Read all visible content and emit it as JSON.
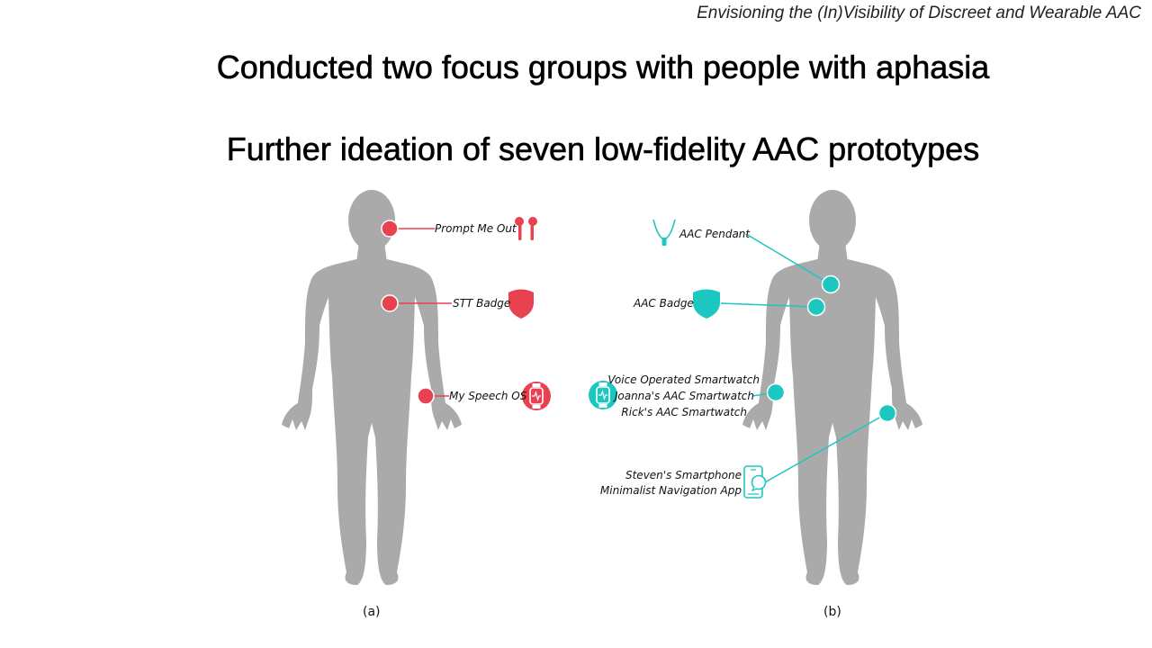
{
  "header": {
    "subtitle": "Envisioning the (In)Visibility of Discreet and Wearable AAC",
    "line1": "Conducted two focus groups with people with aphasia",
    "line2": "Further ideation of seven low-fidelity AAC prototypes"
  },
  "figure_a": {
    "caption": "(a)",
    "accent": "#e8414f",
    "items": [
      {
        "label": "Prompt Me Out",
        "icon": "earbuds-icon"
      },
      {
        "label": "STT Badge",
        "icon": "shield-badge-icon"
      },
      {
        "label": "My Speech OS",
        "icon": "smartwatch-icon"
      }
    ]
  },
  "figure_b": {
    "caption": "(b)",
    "accent": "#1cc7c1",
    "items": [
      {
        "label": "AAC Pendant",
        "icon": "pendant-icon"
      },
      {
        "label": "AAC Badge",
        "icon": "shield-badge-icon"
      },
      {
        "label": "Voice Operated Smartwatch",
        "icon": "smartwatch-icon"
      },
      {
        "label": "Joanna's AAC Smartwatch",
        "icon": "smartwatch-icon"
      },
      {
        "label": "Rick's AAC Smartwatch",
        "icon": "smartwatch-icon"
      },
      {
        "label": "Steven's Smartphone",
        "icon": "smartphone-icon"
      },
      {
        "label": "Minimalist Navigation App",
        "icon": "smartphone-icon"
      }
    ]
  },
  "colors": {
    "body": "#aaaaaa",
    "text": "#111111"
  }
}
